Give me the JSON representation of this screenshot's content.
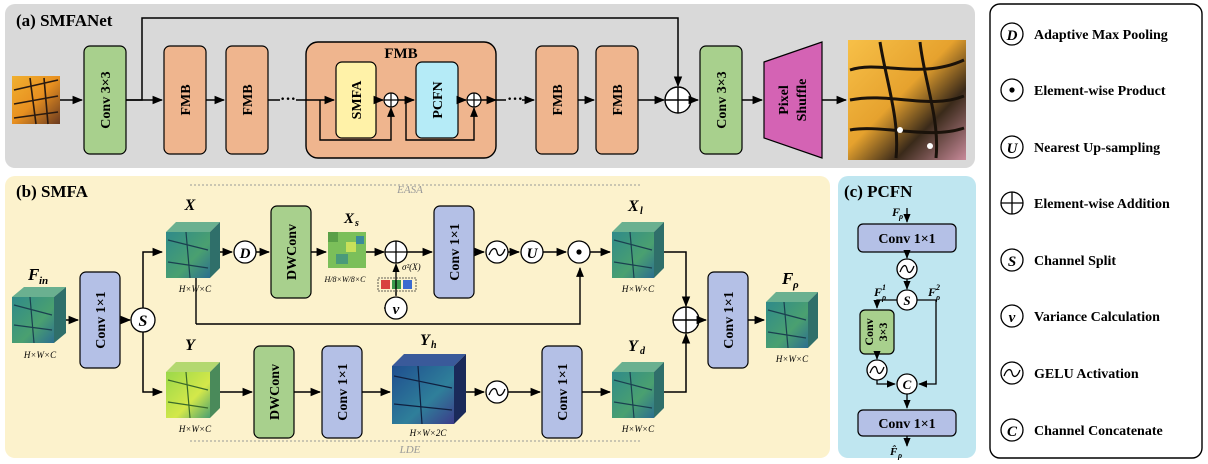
{
  "colors": {
    "panel_a_bg": "#d9d9d9",
    "panel_b_bg": "#fcf2cc",
    "panel_c_bg": "#bfe6f0",
    "fmb_fill": "#efb58e",
    "conv3_fill": "#a8d08d",
    "conv1_fill": "#b4c0e6",
    "dwconv_fill": "#a8d08d",
    "smfa_fill": "#fff2a8",
    "pcfn_fill": "#b5ebf7",
    "pixelshuffle_fill": "#d463b4",
    "feature_green": "#3f9a7a"
  },
  "panel_a": {
    "title": "(a) SMFANet",
    "conv_in": "Conv 3×3",
    "fmb_block": "FMB",
    "dots": "···",
    "fmb_expanded_title": "FMB",
    "smfa": "SMFA",
    "pcfn": "PCFN",
    "conv_out": "Conv 3×3",
    "pixel_shuffle_line1": "Pixel",
    "pixel_shuffle_line2": "Shuffle"
  },
  "panel_b": {
    "title": "(b) SMFA",
    "easa": "EASA",
    "lde": "LDE",
    "f_in": "F",
    "f_in_sub": "in",
    "f_in_dim": "H×W×C",
    "conv1_a": "Conv 1×1",
    "x_label": "X",
    "x_dim": "H×W×C",
    "dwconv_top": "DWConv",
    "xs_label": "X",
    "xs_sub": "s",
    "xs_dim": "H/8×W/8×C",
    "sigma": "σ²(X)",
    "conv1_top": "Conv 1×1",
    "xl_label": "X",
    "xl_sub": "l",
    "xl_dim": "H×W×C",
    "y_label": "Y",
    "y_dim": "H×W×C",
    "dwconv_bottom": "DWConv",
    "conv1_mid": "Conv 1×1",
    "yh_label": "Y",
    "yh_sub": "h",
    "yh_dim": "H×W×2C",
    "conv1_bottom": "Conv 1×1",
    "yd_label": "Y",
    "yd_sub": "d",
    "yd_dim": "H×W×C",
    "conv1_out": "Conv 1×1",
    "fp_label": "F",
    "fp_sub": "ρ",
    "fp_dim": "H×W×C"
  },
  "panel_c": {
    "title": "(c) PCFN",
    "fp_in": "F",
    "fp_in_sub": "ρ",
    "conv1_top": "Conv 1×1",
    "f1": "F",
    "f1_sup": "1",
    "f1_sub": "ρ",
    "f2": "F",
    "f2_sup": "2",
    "f2_sub": "ρ",
    "conv3_line1": "Conv",
    "conv3_line2": "3×3",
    "conv1_bottom": "Conv 1×1",
    "fp_out": "F̂",
    "fp_out_sub": "ρ"
  },
  "legend": {
    "items": [
      {
        "symbol": "D",
        "label": "Adaptive Max Pooling",
        "icon": "adaptive-max-pooling-icon"
      },
      {
        "symbol": "•",
        "label": "Element-wise Product",
        "icon": "element-wise-product-icon"
      },
      {
        "symbol": "U",
        "label": "Nearest Up-sampling",
        "icon": "nearest-upsampling-icon"
      },
      {
        "symbol": "+",
        "label": "Element-wise Addition",
        "icon": "element-wise-addition-icon"
      },
      {
        "symbol": "S",
        "label": "Channel Split",
        "icon": "channel-split-icon"
      },
      {
        "symbol": "v",
        "label": "Variance Calculation",
        "icon": "variance-calculation-icon"
      },
      {
        "symbol": "~",
        "label": "GELU Activation",
        "icon": "gelu-activation-icon"
      },
      {
        "symbol": "C",
        "label": "Channel Concatenate",
        "icon": "channel-concatenate-icon"
      }
    ]
  }
}
